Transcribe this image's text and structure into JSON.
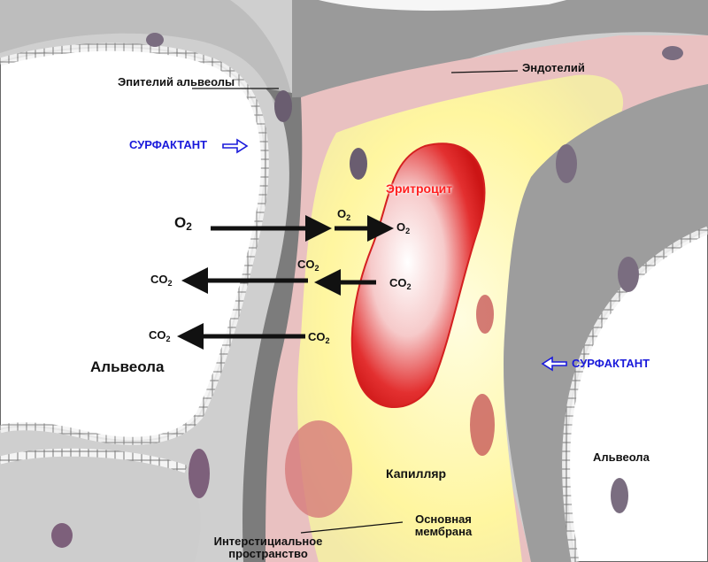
{
  "labels": {
    "epithelium": "Эпителий альвеолы",
    "endothelium": "Эндотелий",
    "surfactant_left": "СУРФАКТАНТ",
    "surfactant_right": "СУРФАКТАНТ",
    "erythrocyte": "Эритроцит",
    "alveola_left": "Альвеола",
    "alveola_right": "Альвеола",
    "capillary": "Капилляр",
    "basement_membrane": "Основная мембрана",
    "interstitial": "Интерстициальное пространство"
  },
  "gas": {
    "o2": "O",
    "co2": "CO",
    "sub": "2"
  },
  "colors": {
    "surfactant_text": "#1a1adb",
    "erythrocyte_text": "#ff2020",
    "erythrocyte_fill": "#e02020",
    "capillary_fill": "#fff7a8",
    "tissue_gray": "#8d8d8d",
    "endothelium_pink": "#e9b4b4"
  }
}
